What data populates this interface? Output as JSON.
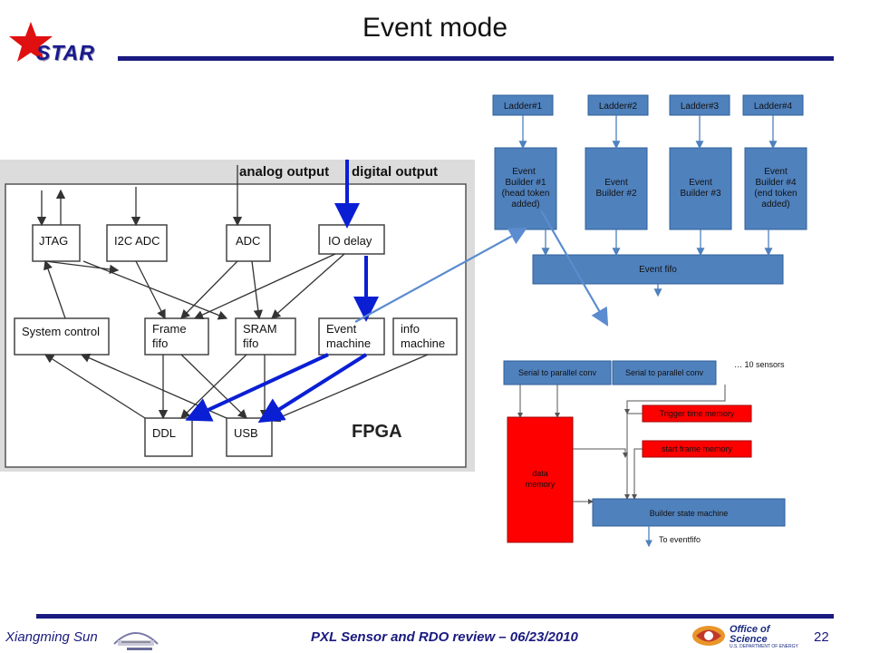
{
  "slide": {
    "title": "Event mode",
    "logo_text": "STAR",
    "footer_author": "Xiangming Sun",
    "footer_review": "PXL Sensor and RDO review – 06/23/2010",
    "page_number": "22",
    "office_logo_line1": "Office of",
    "office_logo_line2": "Science",
    "office_logo_sub": "U.S. DEPARTMENT OF ENERGY"
  },
  "fpga": {
    "analog_output": "analog output",
    "digital_output": "digital output",
    "jtag": "JTAG",
    "i2c_adc": "I2C ADC",
    "adc": "ADC",
    "io_delay": "IO delay",
    "system_control": "System control",
    "frame_fifo_1": "Frame",
    "frame_fifo_2": "fifo",
    "sram_fifo_1": "SRAM",
    "sram_fifo_2": "fifo",
    "event_machine_1": "Event",
    "event_machine_2": "machine",
    "info_machine_1": "info",
    "info_machine_2": "machine",
    "ddl": "DDL",
    "usb": "USB",
    "fpga_label": "FPGA"
  },
  "event_builder": {
    "ladder1": "Ladder#1",
    "ladder2": "Ladder#2",
    "ladder3": "Ladder#3",
    "ladder4": "Ladder#4",
    "eb1": [
      "Event",
      "Builder #1",
      "(head token",
      "added)"
    ],
    "eb2": [
      "Event",
      "Builder #2"
    ],
    "eb3": [
      "Event",
      "Builder #3"
    ],
    "eb4": [
      "Event",
      "Builder #4",
      "(end token",
      "added)"
    ],
    "event_fifo": "Event fifo"
  },
  "builder_detail": {
    "s2p_1": "Serial to parallel conv",
    "s2p_2": "Serial to parallel conv",
    "ten_sensors": "… 10 sensors",
    "trigger_time_memory": "Trigger time memory",
    "start_frame_memory": "start frame memory",
    "data_memory_1": "data",
    "data_memory_2": "memory",
    "builder_state_machine": "Builder state machine",
    "to_eventfifo": "To eventfifo"
  },
  "colors": {
    "block_blue": "#4f81bd",
    "block_red": "#ff0000",
    "highlight_blue": "#0a1fd4",
    "title_navy": "#1a1a80"
  }
}
